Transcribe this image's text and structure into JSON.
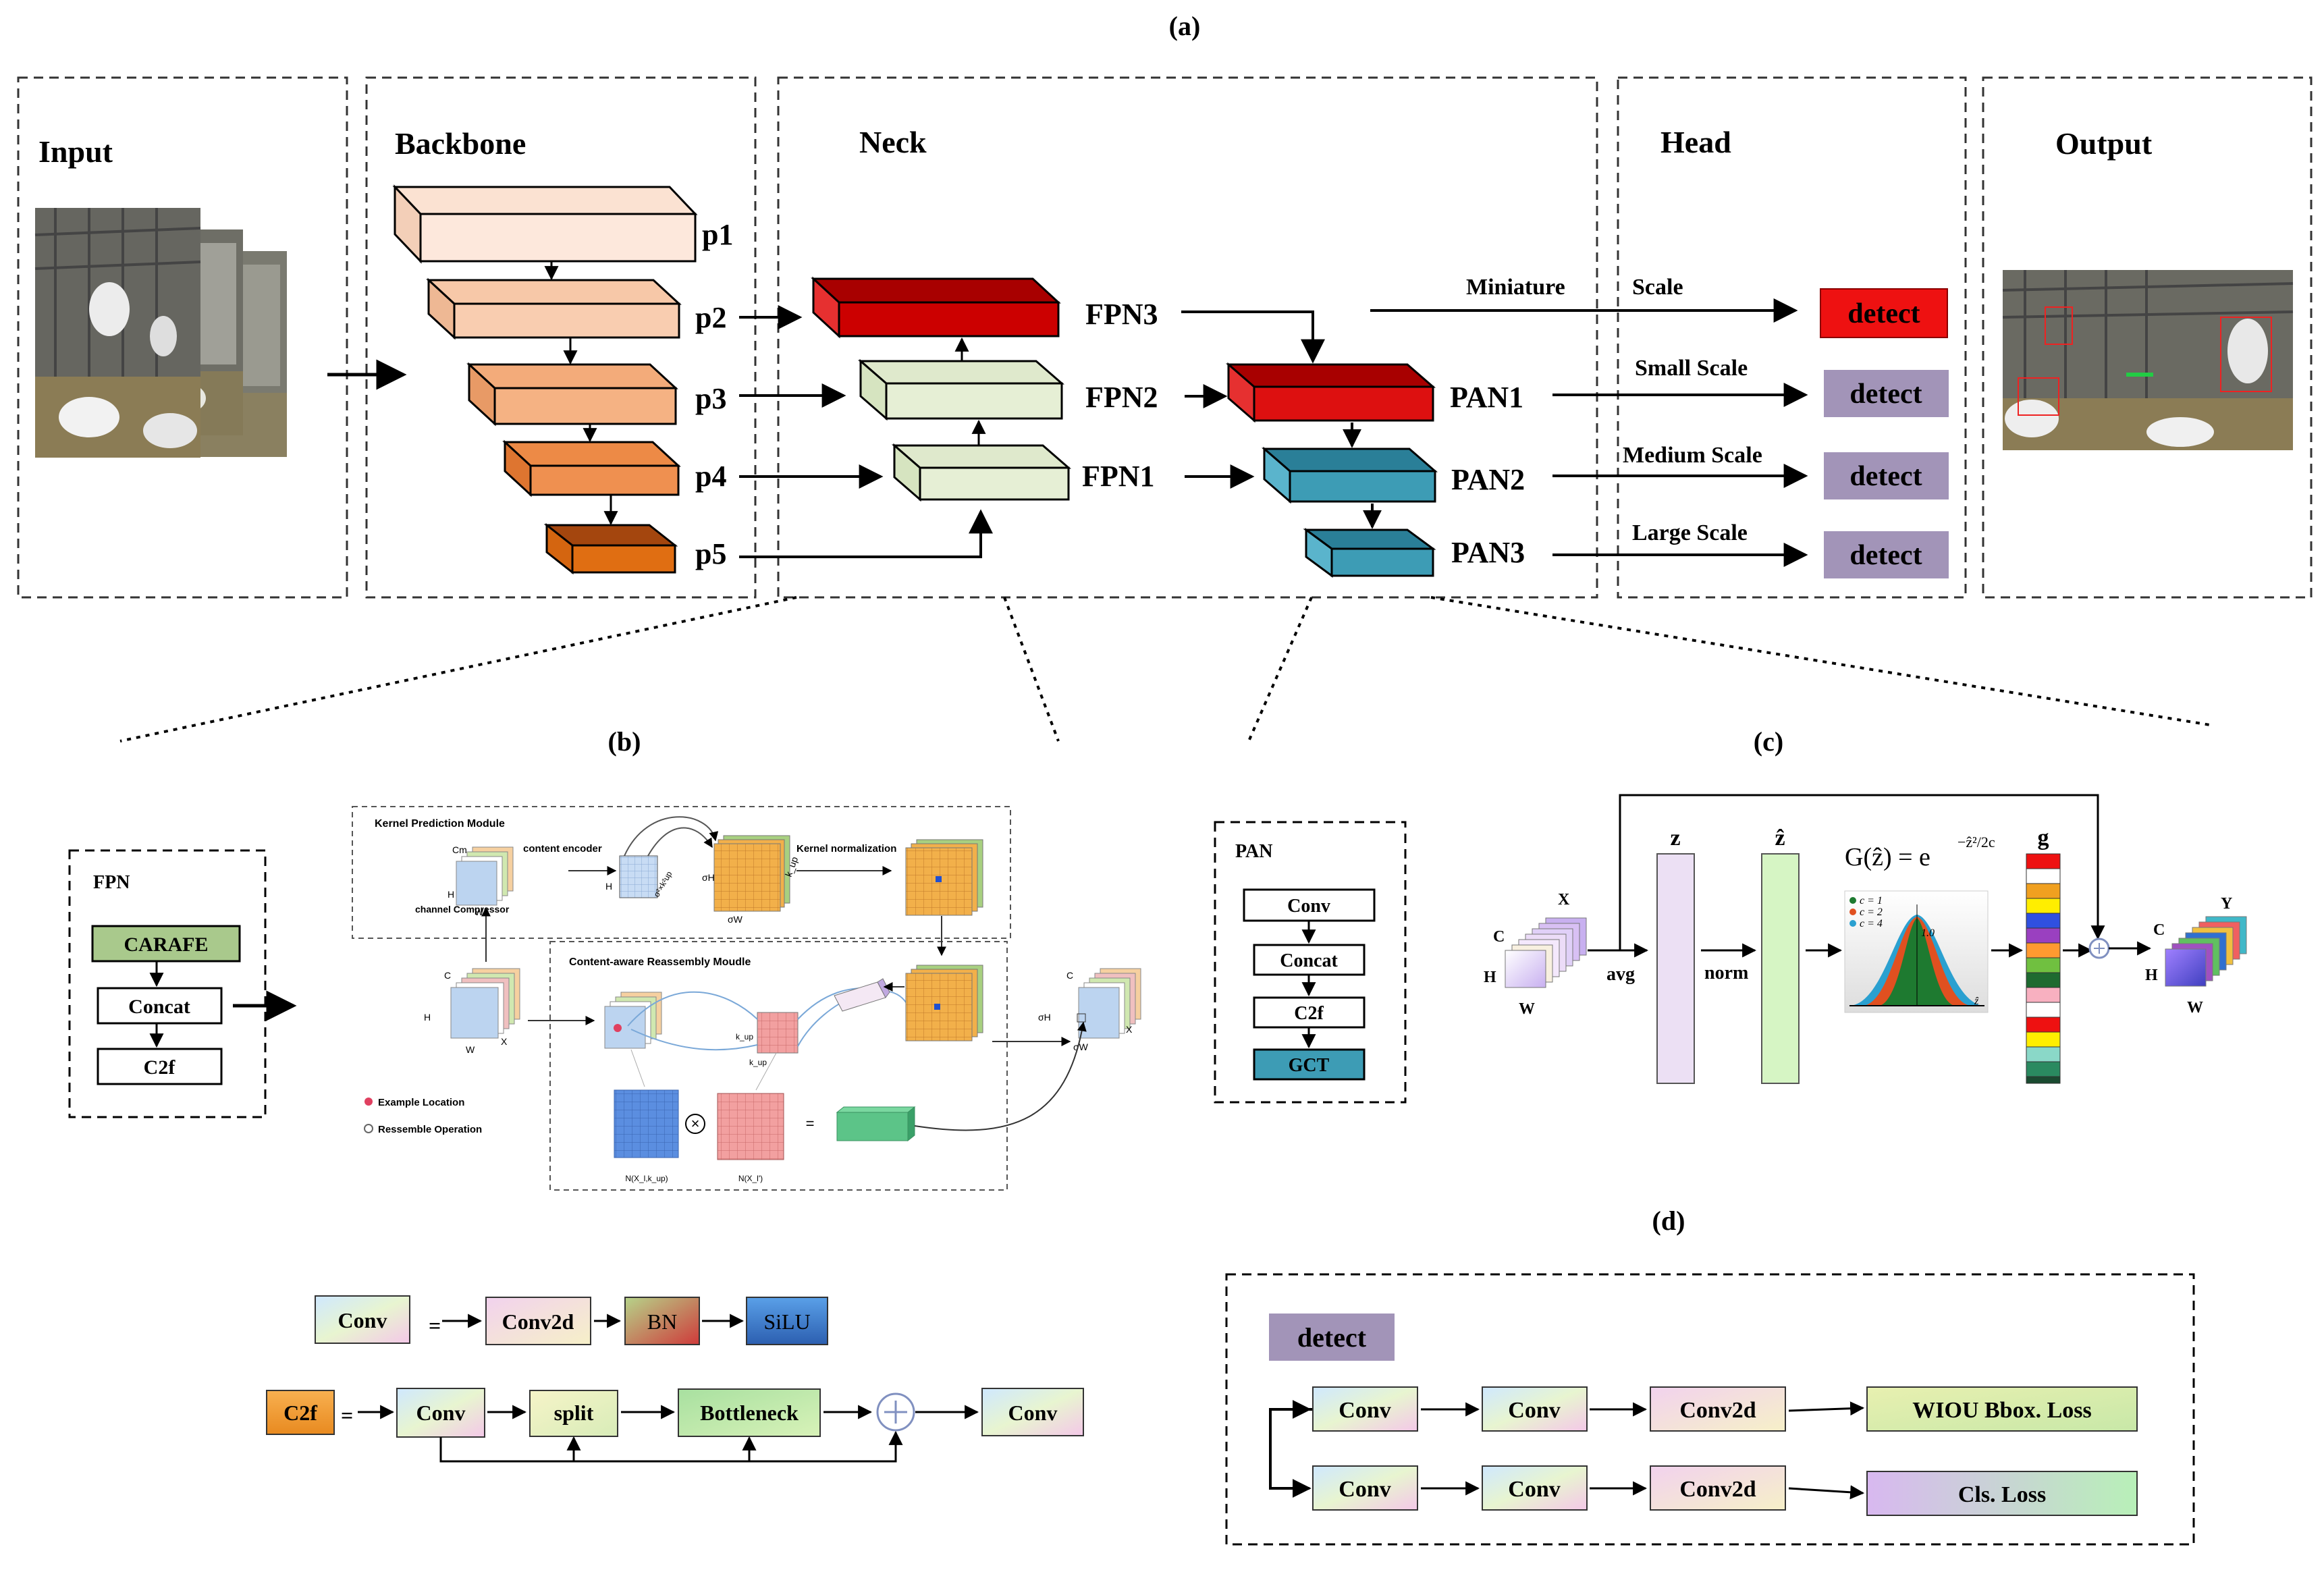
{
  "panels": {
    "a": "(a)",
    "b": "(b)",
    "c": "(c)",
    "d": "(d)"
  },
  "sections": {
    "input": "Input",
    "backbone": "Backbone",
    "neck": "Neck",
    "head": "Head",
    "output": "Output"
  },
  "backbone_layers": [
    "p1",
    "p2",
    "p3",
    "p4",
    "p5"
  ],
  "neck_fpn": [
    "FPN3",
    "FPN2",
    "FPN1"
  ],
  "neck_pan": [
    "PAN1",
    "PAN2",
    "PAN3"
  ],
  "scales": [
    "Miniature",
    "Scale",
    "Small Scale",
    "Medium Scale",
    "Large Scale"
  ],
  "detect_label": "detect",
  "fpn_box": {
    "title": "FPN",
    "items": [
      "CARAFE",
      "Concat",
      "C2f"
    ]
  },
  "pan_box": {
    "title": "PAN",
    "items": [
      "Conv",
      "Concat",
      "C2f",
      "GCT"
    ]
  },
  "carafe": {
    "kernel_module": "Kernel Prediction Module",
    "reassembly_module": "Content-aware Reassembly Moudle",
    "content_encoder": "content encoder",
    "kernel_norm": "Kernel normalization",
    "channel_compressor": "channel Compressor",
    "example_location": "Example Location",
    "reassemble_op": "Ressemble Operation",
    "dims": {
      "c": "C",
      "h": "H",
      "w": "W",
      "x": "X",
      "cm": "Cm",
      "oh": "σH",
      "ow": "σW",
      "kup": "k_up",
      "k2up": "σ²×k²up",
      "n1": "N(X_l,k_up)",
      "n2": "N(X_l')"
    }
  },
  "gct": {
    "z": "z",
    "zhat": "ẑ",
    "g": "g",
    "formula_left": "G(ẑ) = e",
    "formula_exp": "−ẑ²/2c",
    "avg": "avg",
    "norm": "norm",
    "c": "C",
    "h": "H",
    "w": "W",
    "x": "X",
    "y": "Y",
    "legend": [
      "c = 1",
      "c = 2",
      "c = 4"
    ],
    "peak": "1.0",
    "axis": "ẑ"
  },
  "defs": {
    "conv": "Conv",
    "eq": "=",
    "conv2d": "Conv2d",
    "bn": "BN",
    "silu": "SiLU",
    "c2f": "C2f",
    "split": "split",
    "bottleneck": "Bottleneck"
  },
  "detect_head": {
    "title": "detect",
    "row1": [
      "Conv",
      "Conv",
      "Conv2d",
      "WIOU Bbox. Loss"
    ],
    "row2": [
      "Conv",
      "Conv",
      "Conv2d",
      "Cls. Loss"
    ]
  },
  "colors": {
    "detect_red": "#ee1111",
    "detect_purple": "#a294b8",
    "fpn_red": "#cc0000",
    "fpn_green": "#e6efd5",
    "pan_blue": "#3d9cb5",
    "carafe_green": "#a9c98c"
  }
}
